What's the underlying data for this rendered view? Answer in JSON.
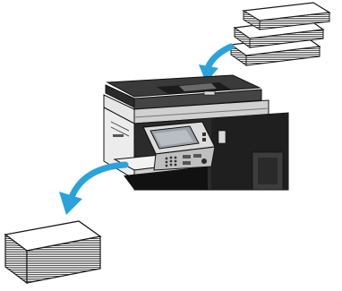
{
  "diagram": {
    "type": "illustration",
    "subject": "multifunction-copier-workflow",
    "input_stack_sheets": 3,
    "output_stack_sheets": 1,
    "colors": {
      "arrow": "#29a3da",
      "outline": "#1a1a1a",
      "paper": "#ffffff",
      "machine_dark": "#2a2a2a",
      "machine_mid": "#555555",
      "machine_light": "#d9d9d9",
      "screen": "#9aa0a6"
    }
  }
}
